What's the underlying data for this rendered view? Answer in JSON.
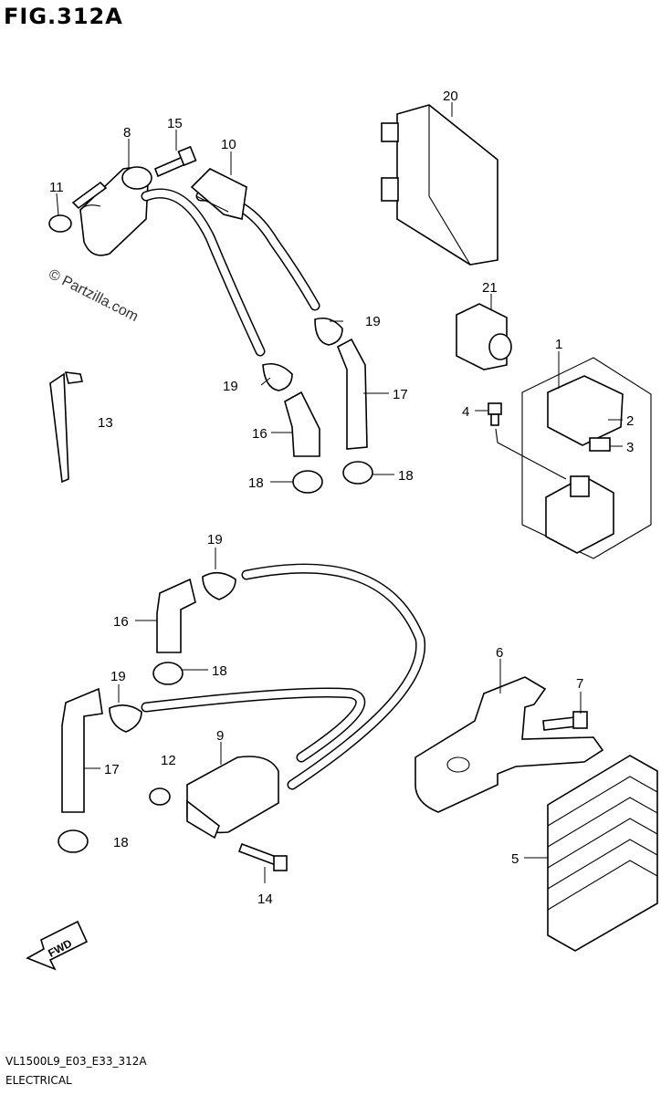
{
  "figure": {
    "title": "FIG.312A",
    "watermark": "© Partzilla.com",
    "footer_code": "VL1500L9_E03_E33_312A",
    "footer_section": "ELECTRICAL",
    "fwd_label": "FWD"
  },
  "callouts": [
    {
      "id": "c1",
      "label": "1"
    },
    {
      "id": "c2",
      "label": "2"
    },
    {
      "id": "c3",
      "label": "3"
    },
    {
      "id": "c4",
      "label": "4"
    },
    {
      "id": "c5",
      "label": "5"
    },
    {
      "id": "c6",
      "label": "6"
    },
    {
      "id": "c7",
      "label": "7"
    },
    {
      "id": "c8",
      "label": "8"
    },
    {
      "id": "c9",
      "label": "9"
    },
    {
      "id": "c10",
      "label": "10"
    },
    {
      "id": "c11",
      "label": "11"
    },
    {
      "id": "c12",
      "label": "12"
    },
    {
      "id": "c13",
      "label": "13"
    },
    {
      "id": "c14",
      "label": "14"
    },
    {
      "id": "c15",
      "label": "15"
    },
    {
      "id": "c16a",
      "label": "16"
    },
    {
      "id": "c16b",
      "label": "16"
    },
    {
      "id": "c17a",
      "label": "17"
    },
    {
      "id": "c17b",
      "label": "17"
    },
    {
      "id": "c18a",
      "label": "18"
    },
    {
      "id": "c18b",
      "label": "18"
    },
    {
      "id": "c18c",
      "label": "18"
    },
    {
      "id": "c18d",
      "label": "18"
    },
    {
      "id": "c19a",
      "label": "19"
    },
    {
      "id": "c19b",
      "label": "19"
    },
    {
      "id": "c19c",
      "label": "19"
    },
    {
      "id": "c19d",
      "label": "19"
    },
    {
      "id": "c20",
      "label": "20"
    },
    {
      "id": "c21",
      "label": "21"
    }
  ]
}
